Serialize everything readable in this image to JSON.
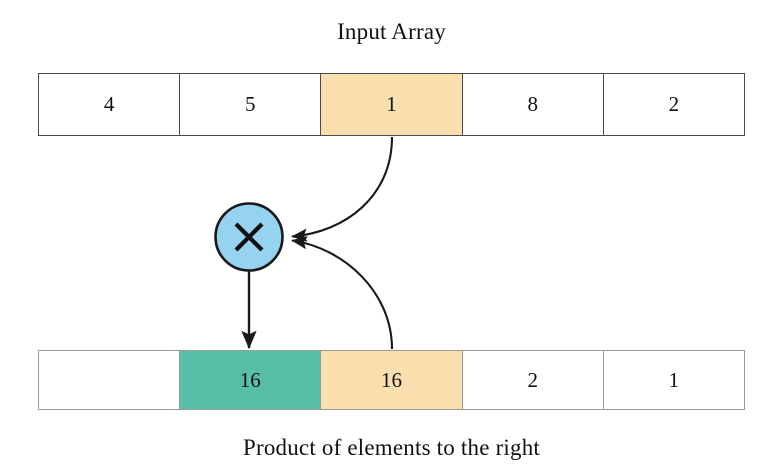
{
  "diagram": {
    "title": "Input Array",
    "caption": "Product of elements to the right",
    "operator_symbol": "×",
    "operator_name": "multiply-operator"
  },
  "input_array": {
    "label": "Input Array",
    "cells": [
      {
        "value": "4",
        "highlight": "none"
      },
      {
        "value": "5",
        "highlight": "none"
      },
      {
        "value": "1",
        "highlight": "orange"
      },
      {
        "value": "8",
        "highlight": "none"
      },
      {
        "value": "2",
        "highlight": "none"
      }
    ]
  },
  "output_array": {
    "label": "Product of elements to the right",
    "cells": [
      {
        "value": "",
        "highlight": "none"
      },
      {
        "value": "16",
        "highlight": "teal"
      },
      {
        "value": "16",
        "highlight": "orange"
      },
      {
        "value": "2",
        "highlight": "none"
      },
      {
        "value": "1",
        "highlight": "none"
      }
    ]
  },
  "colors": {
    "highlight_orange": "#FCDFAE",
    "highlight_teal": "#57BFA8",
    "operator_fill": "#95D3F0",
    "operator_stroke": "#1a1a1a",
    "arrow_stroke": "#1a1a1a",
    "input_border": "#4a4a4a",
    "output_border": "#9a9a9a",
    "text": "#111111",
    "background": "#ffffff"
  }
}
